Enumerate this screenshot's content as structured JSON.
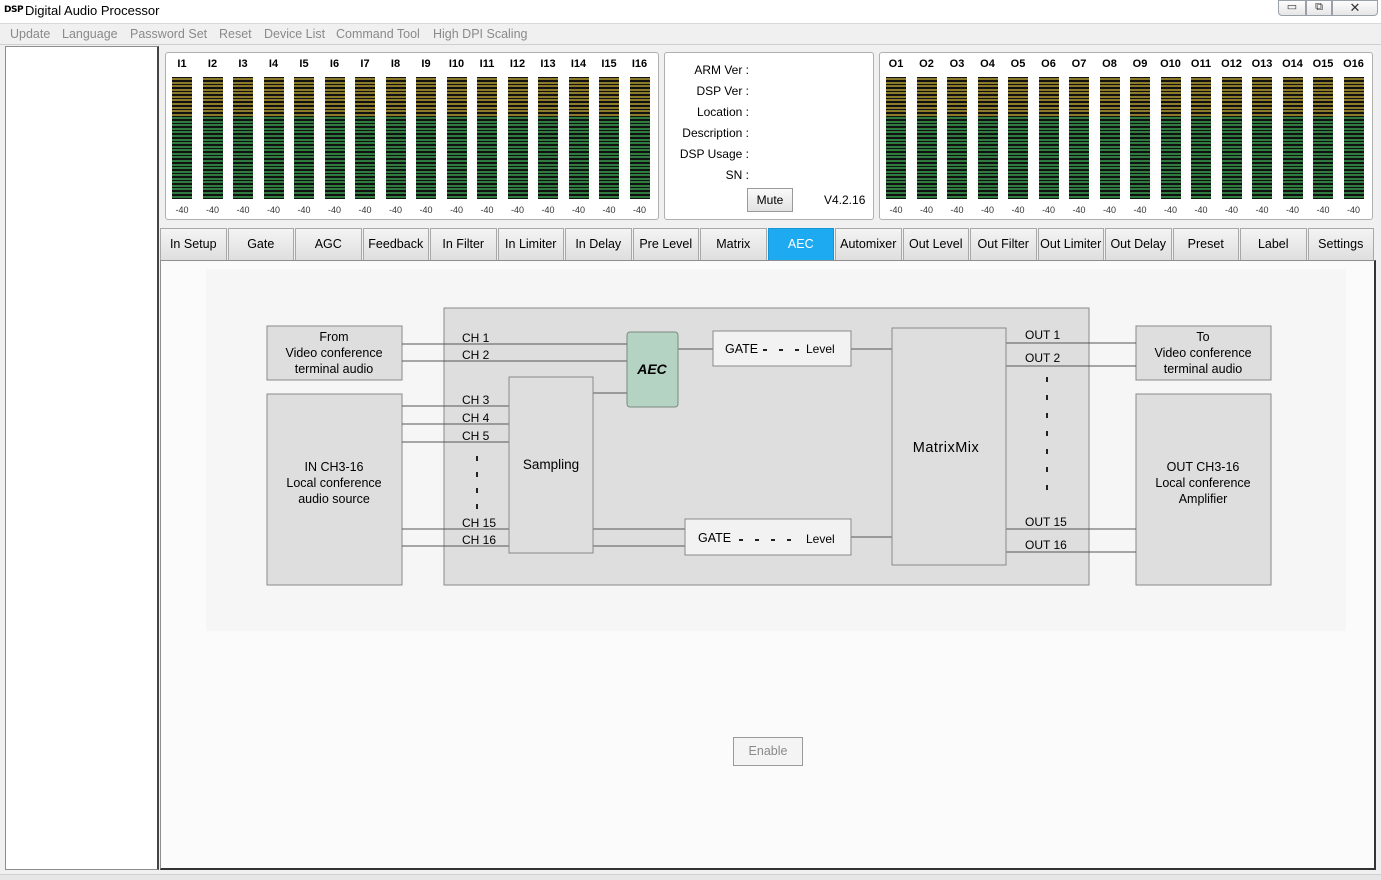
{
  "window": {
    "logo": "DSP",
    "title": "Digital Audio Processor",
    "minimize": "▭",
    "maximize": "⧉",
    "close": "✕"
  },
  "menu": [
    "Update",
    "Language",
    "Password Set",
    "Reset",
    "Device List",
    "Command Tool",
    "High DPI Scaling"
  ],
  "inputs": {
    "labels": [
      "I1",
      "I2",
      "I3",
      "I4",
      "I5",
      "I6",
      "I7",
      "I8",
      "I9",
      "I10",
      "I11",
      "I12",
      "I13",
      "I14",
      "I15",
      "I16"
    ],
    "values": [
      "-40",
      "-40",
      "-40",
      "-40",
      "-40",
      "-40",
      "-40",
      "-40",
      "-40",
      "-40",
      "-40",
      "-40",
      "-40",
      "-40",
      "-40",
      "-40"
    ]
  },
  "outputs": {
    "labels": [
      "O1",
      "O2",
      "O3",
      "O4",
      "O5",
      "O6",
      "O7",
      "O8",
      "O9",
      "O10",
      "O11",
      "O12",
      "O13",
      "O14",
      "O15",
      "O16"
    ],
    "values": [
      "-40",
      "-40",
      "-40",
      "-40",
      "-40",
      "-40",
      "-40",
      "-40",
      "-40",
      "-40",
      "-40",
      "-40",
      "-40",
      "-40",
      "-40",
      "-40"
    ]
  },
  "info": {
    "labels": [
      "ARM Ver :",
      "DSP Ver :",
      "Location :",
      "Description :",
      "DSP Usage :",
      "SN :"
    ],
    "mute_label": "Mute",
    "version": "V4.2.16"
  },
  "tabs": [
    "In Setup",
    "Gate",
    "AGC",
    "Feedback",
    "In Filter",
    "In Limiter",
    "In Delay",
    "Pre Level",
    "Matrix",
    "AEC",
    "Automixer",
    "Out Level",
    "Out Filter",
    "Out Limiter",
    "Out Delay",
    "Preset",
    "Label",
    "Settings"
  ],
  "active_tab": "AEC",
  "colors": {
    "active_tab": "#1eaaf1",
    "aec_block": "#b5d3c3",
    "meter_yellow": "#8a7a2a",
    "meter_green": "#2f7a3e"
  },
  "diagram": {
    "from_block": [
      "From",
      "Video conference",
      "terminal audio"
    ],
    "in_block": [
      "IN CH3-16",
      "Local conference",
      "audio source"
    ],
    "to_block": [
      "To",
      "Video conference",
      "terminal audio"
    ],
    "out_block": [
      "OUT CH3-16",
      "Local conference",
      "Amplifier"
    ],
    "aec_label": "AEC",
    "sampling_label": "Sampling",
    "matrix_label": "MatrixMix",
    "gate_label": "GATE",
    "level_label": "Level",
    "in_channels": [
      "CH 1",
      "CH 2",
      "CH 3",
      "CH 4",
      "CH 5",
      "CH 15",
      "CH 16"
    ],
    "out_channels": [
      "OUT 1",
      "OUT 2",
      "OUT 15",
      "OUT 16"
    ]
  },
  "enable_label": "Enable"
}
